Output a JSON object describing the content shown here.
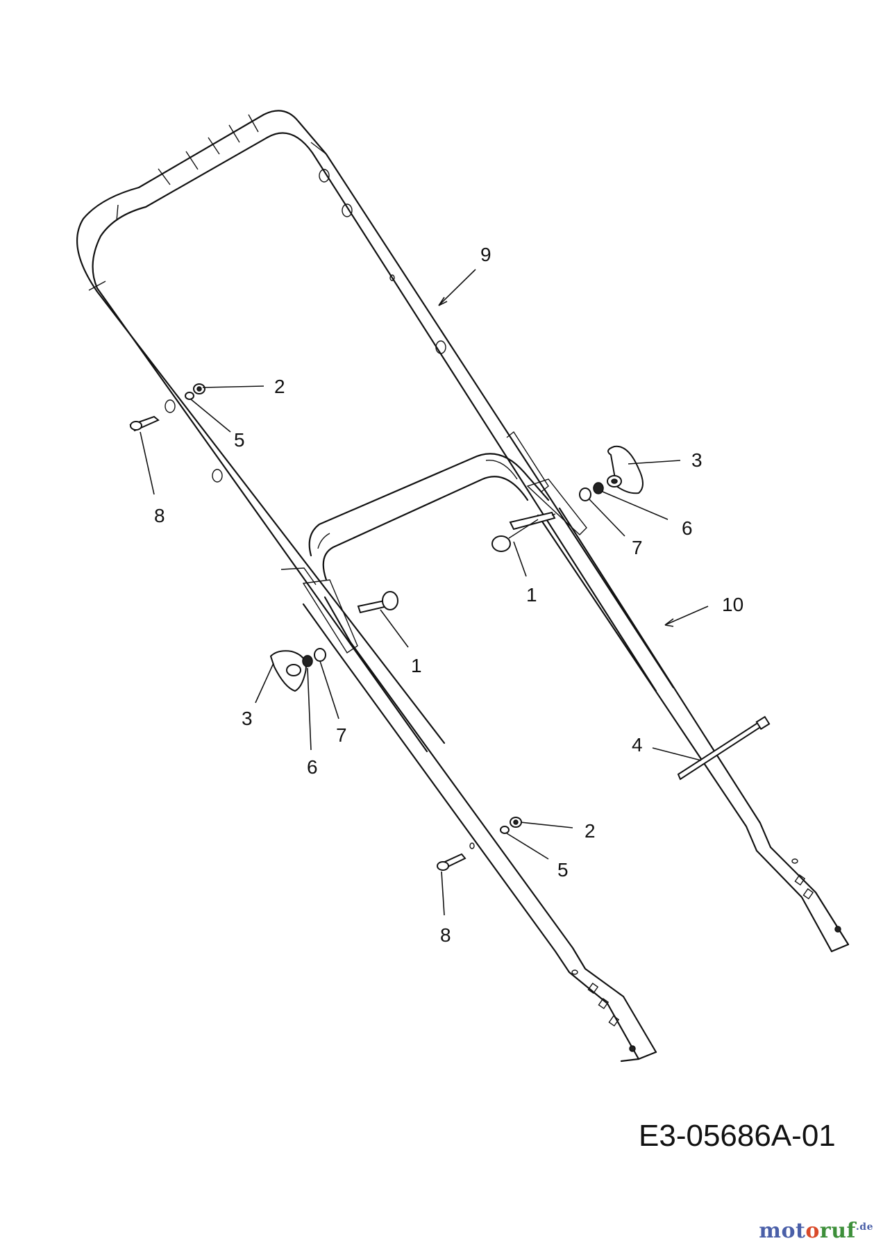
{
  "drawing": {
    "number": "E3-05686A-01",
    "part_labels": [
      "1",
      "1",
      "2",
      "2",
      "3",
      "3",
      "4",
      "5",
      "5",
      "6",
      "6",
      "7",
      "7",
      "8",
      "8",
      "9",
      "10"
    ]
  },
  "watermark": {
    "part1": "mot",
    "part2": "o",
    "part3": "ruf",
    "suffix": ".de",
    "colors": {
      "blue": "#4a5fa8",
      "red": "#d94a2a",
      "green": "#3d8f3a"
    }
  }
}
